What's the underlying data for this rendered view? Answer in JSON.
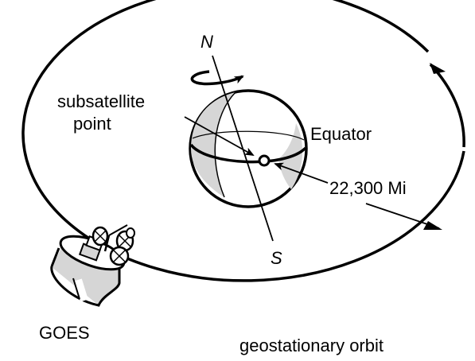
{
  "labels": {
    "north": "N",
    "south": "S",
    "subsatellite_line1": "subsatellite",
    "subsatellite_line2": "point",
    "equator": "Equator",
    "distance": "22,300 Mi",
    "satellite": "GOES",
    "orbit": "geostationary orbit"
  },
  "colors": {
    "ink": "#000000",
    "shade": "#d6d6d6",
    "background": "#ffffff"
  },
  "icons": {
    "satellite": "goes-satellite-icon",
    "rotation": "rotation-arrow-icon"
  }
}
